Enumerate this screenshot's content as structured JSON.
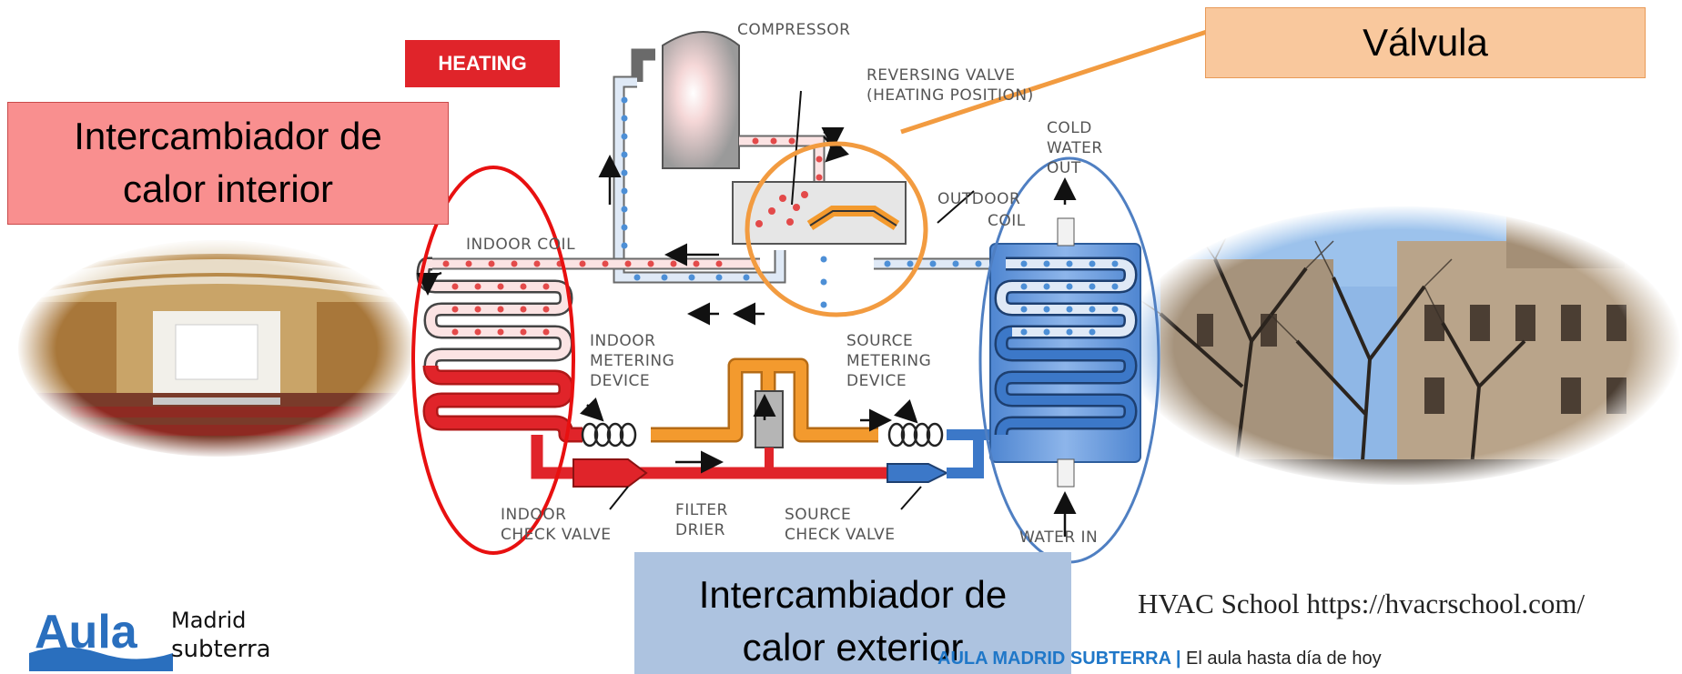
{
  "diagram": {
    "heating_badge": "HEATING",
    "labels": {
      "compressor": "COMPRESSOR",
      "reversing_valve_1": "REVERSING VALVE",
      "reversing_valve_2": "(HEATING POSITION)",
      "cold_water_1": "COLD",
      "cold_water_2": "WATER",
      "cold_water_3": "OUT",
      "outdoor_coil_1": "OUTDOOR",
      "outdoor_coil_2": "COIL",
      "indoor_coil": "INDOOR COIL",
      "indoor_metering_1": "INDOOR",
      "indoor_metering_2": "METERING",
      "indoor_metering_3": "DEVICE",
      "source_metering_1": "SOURCE",
      "source_metering_2": "METERING",
      "source_metering_3": "DEVICE",
      "indoor_check_1": "INDOOR",
      "indoor_check_2": "CHECK VALVE",
      "filter_drier_1": "FILTER",
      "filter_drier_2": "DRIER",
      "source_check_1": "SOURCE",
      "source_check_2": "CHECK VALVE",
      "water_in": "WATER IN"
    }
  },
  "callouts": {
    "indoor_exchanger_line1": "Intercambiador de",
    "indoor_exchanger_line2": "calor interior",
    "valve": "Válvula",
    "outdoor_exchanger_line1": "Intercambiador de",
    "outdoor_exchanger_line2": "calor exterior"
  },
  "citation": "HVAC School https://hvacrschool.com/",
  "footer": {
    "brand": "AULA MADRID SUBTERRA",
    "separator": " | ",
    "tagline": "El aula hasta día de hoy"
  },
  "logo": {
    "word": "Aula",
    "line1": "Madrid",
    "line2": "subterra"
  },
  "colors": {
    "hot": "#e0242a",
    "cold": "#3c78c8",
    "liquid": "#f39a2e",
    "callout_red": "#f98f8f",
    "callout_orange": "#f9c89d",
    "callout_blue": "#adc3e0"
  }
}
